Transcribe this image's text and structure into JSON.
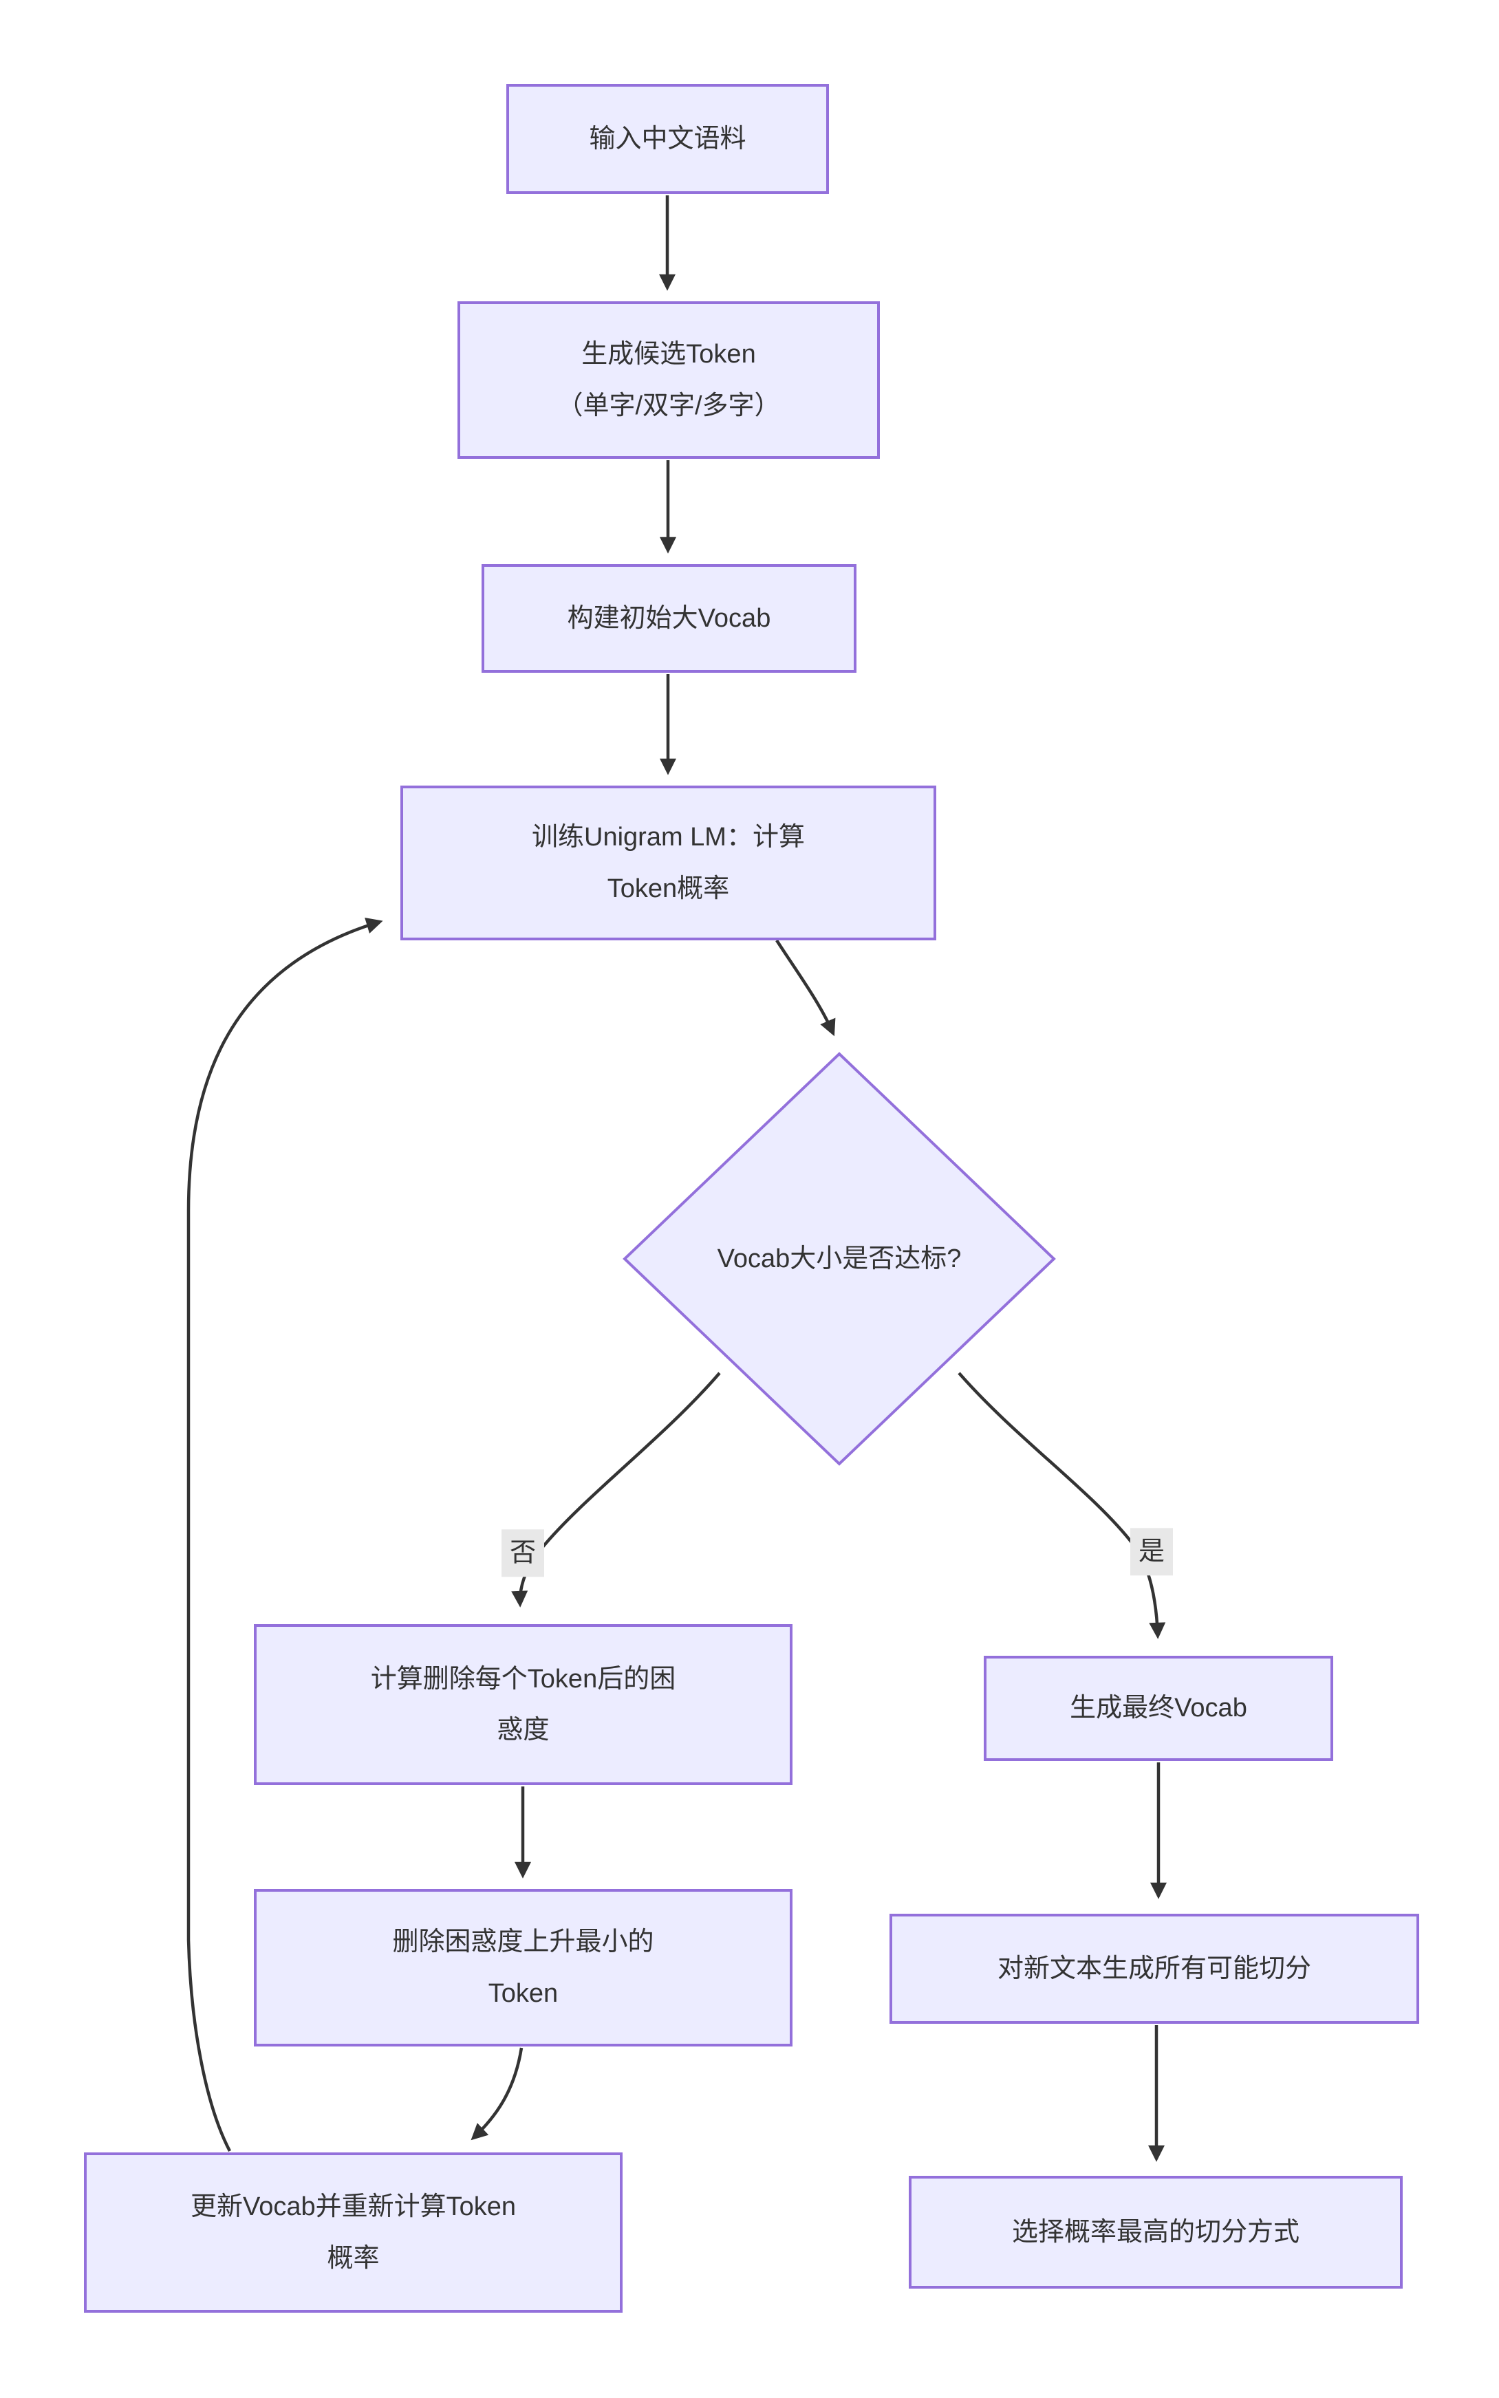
{
  "diagram": {
    "type": "flowchart",
    "direction": "top-down",
    "colors": {
      "node_fill": "#ECECFF",
      "node_border": "#9370DB",
      "edge_stroke": "#333333",
      "text": "#333333",
      "edge_label_bg": "#e8e8e8",
      "background": "#ffffff"
    },
    "nodes": [
      {
        "id": "A",
        "shape": "rect",
        "label": "输入中文语料"
      },
      {
        "id": "B",
        "shape": "rect",
        "label": "生成候选Token\n（单字/双字/多字）"
      },
      {
        "id": "C",
        "shape": "rect",
        "label": "构建初始大Vocab"
      },
      {
        "id": "D",
        "shape": "rect",
        "label": "训练Unigram LM：计算\nToken概率"
      },
      {
        "id": "E",
        "shape": "diamond",
        "label": "Vocab大小是否达标?"
      },
      {
        "id": "F",
        "shape": "rect",
        "label": "计算删除每个Token后的困\n惑度"
      },
      {
        "id": "G",
        "shape": "rect",
        "label": "删除困惑度上升最小的\nToken"
      },
      {
        "id": "H",
        "shape": "rect",
        "label": "更新Vocab并重新计算Token\n概率"
      },
      {
        "id": "I",
        "shape": "rect",
        "label": "生成最终Vocab"
      },
      {
        "id": "J",
        "shape": "rect",
        "label": "对新文本生成所有可能切分"
      },
      {
        "id": "K",
        "shape": "rect",
        "label": "选择概率最高的切分方式"
      }
    ],
    "edges": [
      {
        "from": "A",
        "to": "B",
        "label": ""
      },
      {
        "from": "B",
        "to": "C",
        "label": ""
      },
      {
        "from": "C",
        "to": "D",
        "label": ""
      },
      {
        "from": "D",
        "to": "E",
        "label": ""
      },
      {
        "from": "E",
        "to": "F",
        "label": "否"
      },
      {
        "from": "E",
        "to": "I",
        "label": "是"
      },
      {
        "from": "F",
        "to": "G",
        "label": ""
      },
      {
        "from": "G",
        "to": "H",
        "label": ""
      },
      {
        "from": "H",
        "to": "D",
        "label": ""
      },
      {
        "from": "I",
        "to": "J",
        "label": ""
      },
      {
        "from": "J",
        "to": "K",
        "label": ""
      }
    ],
    "edge_labels": {
      "no": "否",
      "yes": "是"
    }
  }
}
